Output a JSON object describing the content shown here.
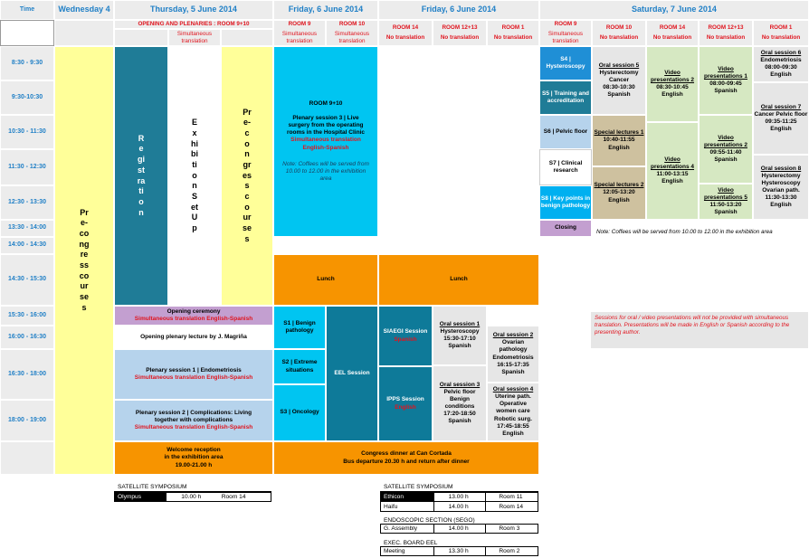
{
  "header": {
    "time": "Time",
    "wed": "Wednesday 4",
    "thu": "Thursday, 5 June 2014",
    "fri1": "Friday, 6 June 2014",
    "fri2": "Friday, 6 June 2014",
    "sat": "Saturday, 7 June 2014"
  },
  "subheader": {
    "opening": "OPENING AND PLENARIES : ROOM 9+10",
    "simul": "Simultaneous translation",
    "room9": "ROOM 9",
    "room10": "ROOM 10",
    "room14": "ROOM 14",
    "room1213": "ROOM 12+13",
    "room1": "ROOM 1",
    "notrans": "No translation"
  },
  "times": [
    "8:30 - 9:30",
    "9:30-10:30",
    "10:30 - 11:30",
    "11:30 - 12:30",
    "12:30 - 13:30",
    "13:30 - 14:00",
    "14:00 - 14:30",
    "14:30 - 15:30",
    "15:30 - 16:00",
    "16:00 - 16:30",
    "16:30 - 18:00",
    "18:00 - 19:00"
  ],
  "wed": {
    "precongress": "Pre-congress courses"
  },
  "thu": {
    "registration": "Registration",
    "exhibition": "Exhibition Set Up",
    "precourses": "Pre-congress courses",
    "opening_title": "Opening ceremony",
    "opening_trans": "Simultaneous translation English-Spanish",
    "lecture": "Opening plenary lecture by J. Magriña",
    "plen1_title": "Plenary session 1 | Endometriosis",
    "plen1_trans": "Simultaneous translation English-Spanish",
    "plen2_title": "Plenary session 2 | Complications: Living together with complications",
    "plen2_trans": "Simultaneous translation English-Spanish",
    "reception_l1": "Welcome reception",
    "reception_l2": "in the exhibition area",
    "reception_l3": "19.00-21.00 h"
  },
  "fri": {
    "room": "ROOM 9+10",
    "plen3": "Plenary session 3 | Live surgery from the operating rooms in the Hospital Clinic",
    "plen3_trans": "Simultaneous translation English-Spanish",
    "coffee": "Note: Coffees will be served from 10.00 to 12.00 in the exhibition area",
    "lunch": "Lunch",
    "s1": "S1 | Benign pathology",
    "s2": "S2 | Extreme situations",
    "s3": "S3 | Oncology",
    "eel": "EEL Session",
    "siaegi": "SIAEGI Session",
    "siaegi_lang": "Spanish",
    "ipps": "IPPS Session",
    "ipps_lang": "English",
    "oral1": "Oral session 1",
    "oral1_t": "Hysteroscopy",
    "oral1_time": "15:30-17:10",
    "oral1_l": "Spanish",
    "oral2": "Oral session 2",
    "oral2_t": "Ovarian pathology Endometriosis",
    "oral2_time": "16:15-17:35",
    "oral2_l": "Spanish",
    "oral3": "Oral session 3",
    "oral3_t": "Pelvic floor Benign conditions",
    "oral3_time": "17:20-18:50",
    "oral3_l": "Spanish",
    "oral4": "Oral session 4",
    "oral4_t": "Uterine path. Operative women care Robotic surg.",
    "oral4_time": "17:45-18:55",
    "oral4_l": "English",
    "dinner1": "Congress dinner at Can Cortada",
    "dinner2": "Bus departure 20.30 h and return after dinner"
  },
  "sat": {
    "s4": "S4 | Hysteroscopy",
    "s5": "S5 | Training and accreditation",
    "s6": "S6 | Pelvic floor",
    "s7": "S7 | Clinical research",
    "s8": "S8 | Key points in benign pathology",
    "closing": "Closing",
    "oral5": "Oral session 5",
    "oral5_t": "Hysterectomy Cancer",
    "oral5_time": "08:30-10:30",
    "oral5_l": "Spanish",
    "spec1": "Special lectures 1",
    "spec1_time": "10:40-11:55",
    "spec1_l": "English",
    "spec2": "Special lectures 2",
    "spec2_time": "12:05-13:20",
    "spec2_l": "English",
    "vp2": "Video presentations 2",
    "vp2_time": "08:30-10:45",
    "vp2_l": "English",
    "vp4": "Video presentations 4",
    "vp4_time": "11:00-13:15",
    "vp4_l": "English",
    "vp1": "Video presentations 1",
    "vp1_time": "08:00-09:45",
    "vp1_l": "Spanish",
    "vp3": "Video presentations 2",
    "vp3_time": "09:55-11:40",
    "vp3_l": "Spanish",
    "vp5": "Video presentations 5",
    "vp5_time": "11:50-13:20",
    "vp5_l": "Spanish",
    "oral6": "Oral session 6",
    "oral6_t": "Endometriosis",
    "oral6_time": "08:00-09:30",
    "oral6_l": "English",
    "oral7": "Oral session 7",
    "oral7_t": "Cancer Pelvic floor",
    "oral7_time": "09:35-11:25",
    "oral7_l": "English",
    "oral8": "Oral session 8",
    "oral8_t": "Hysterectomy Hysteroscopy Ovarian path.",
    "oral8_time": "11:30-13:30",
    "oral8_l": "English",
    "coffee": "Note: Coffees will be served from 10.00 to 12.00 in the exhibition area",
    "notice": "Sessions for oral / video presentations will not be provided with simultaneous translation. Presentations will be made in English or Spanish according to the presenting author."
  },
  "satellite_left": {
    "title": "SATELLITE SYMPOSIUM",
    "rows": [
      {
        "name": "Olympus",
        "time": "10.00 h",
        "room": "Room 14"
      }
    ]
  },
  "satellite_right": {
    "title": "SATELLITE SYMPOSIUM",
    "rows": [
      {
        "name": "Ethicon",
        "time": "13.00 h",
        "room": "Room 11"
      },
      {
        "name": "Haifu",
        "time": "14.00 h",
        "room": "Room 14"
      }
    ]
  },
  "endoscopic": {
    "title": "ENDOSCOPIC SECTION (SEGO)",
    "rows": [
      {
        "name": "G. Assembly",
        "time": "14.00 h",
        "room": "Room 3"
      }
    ]
  },
  "exec": {
    "title": "EXEC. BOARD EEL",
    "rows": [
      {
        "name": "Meeting",
        "time": "13.30 h",
        "room": "Room 2"
      }
    ]
  }
}
